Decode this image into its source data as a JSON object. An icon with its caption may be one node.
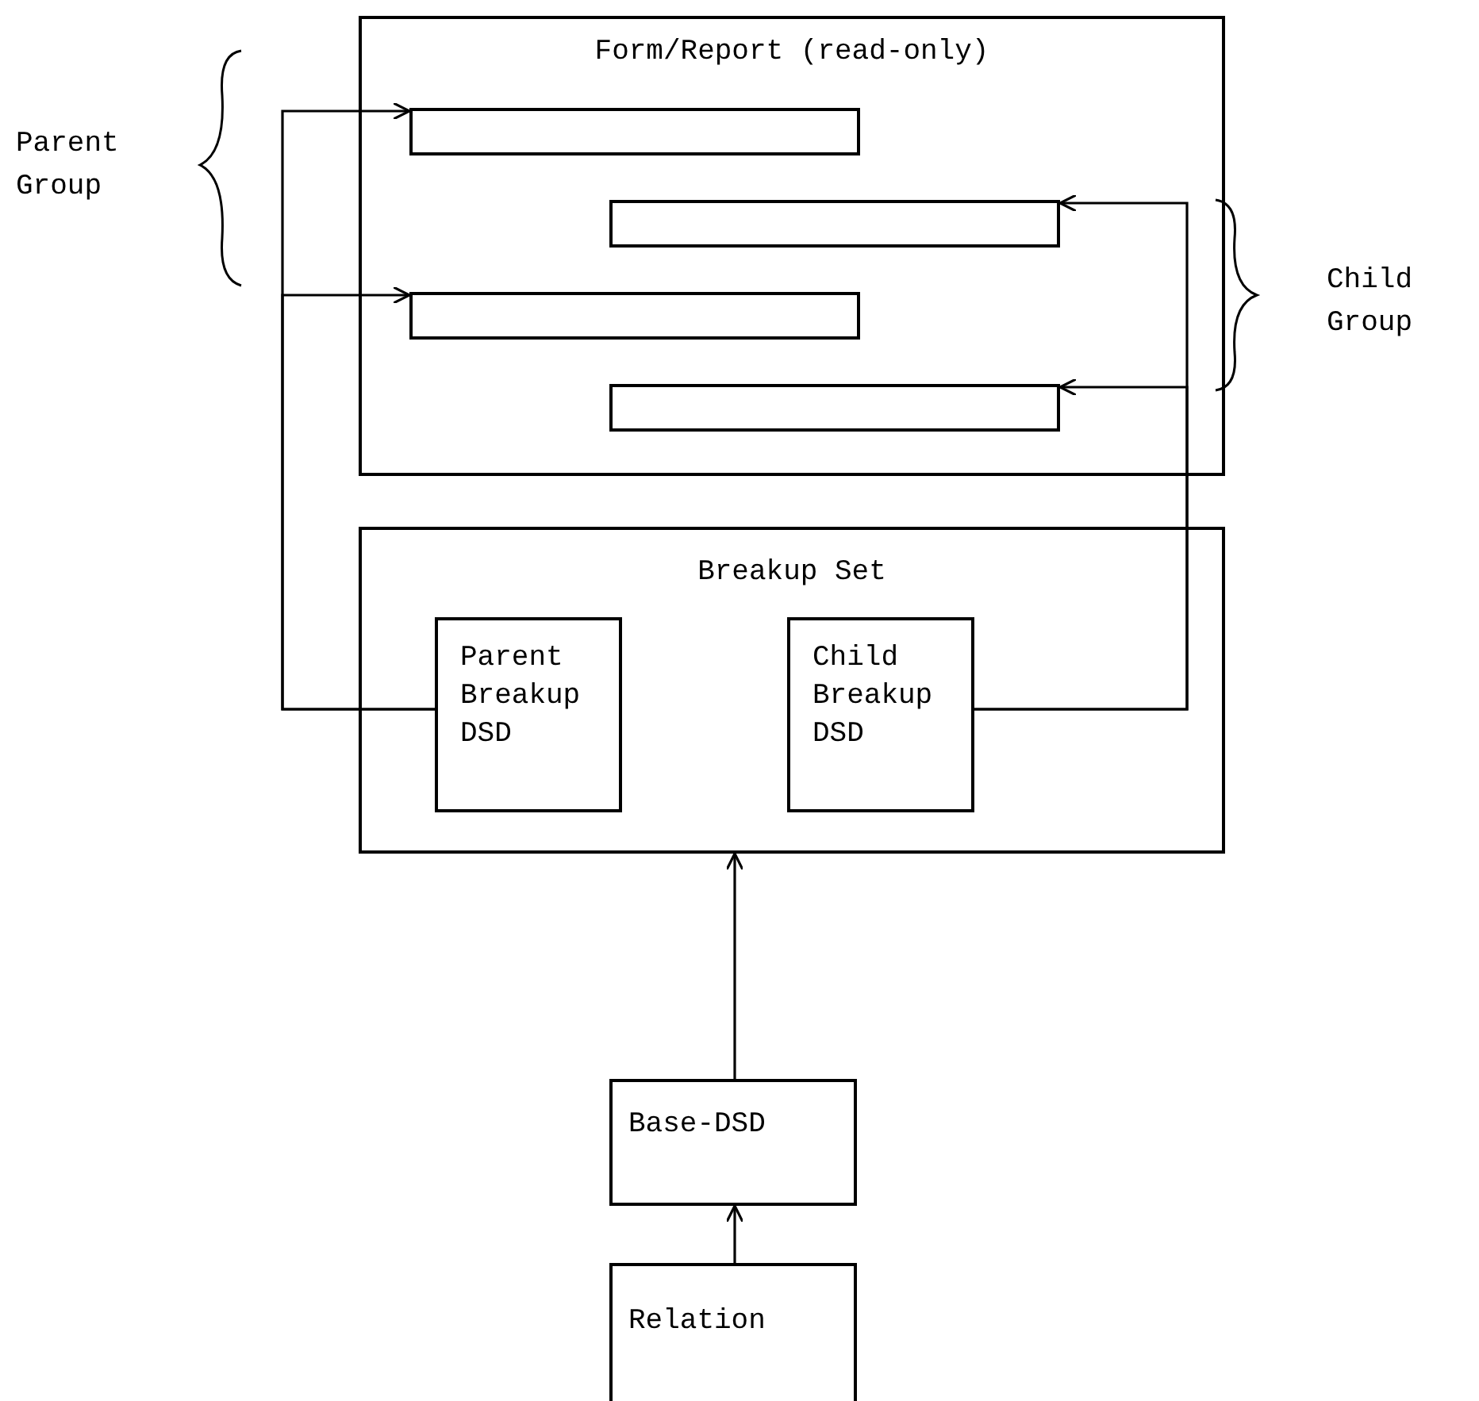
{
  "diagram": {
    "nodes": [
      {
        "text": [
          "Form/Report (read-only)"
        ]
      },
      {
        "text": [],
        "shape": "bar",
        "in": 0
      },
      {
        "text": [],
        "shape": "bar",
        "in": 0
      },
      {
        "text": [],
        "shape": "bar",
        "in": 0
      },
      {
        "text": [],
        "shape": "bar",
        "in": 0
      },
      {
        "text": [
          "Breakup Set"
        ]
      },
      {
        "text": [
          "Parent Breakup DSD"
        ],
        "in": 5
      },
      {
        "text": [
          "Child Breakup DSD"
        ],
        "in": 5
      },
      {
        "text": [
          "Base-DSD"
        ]
      },
      {
        "text": [
          "Relation"
        ]
      }
    ],
    "edges": [
      {
        "from": 6,
        "to": 1,
        "arrow": "to"
      },
      {
        "from": 6,
        "to": 3,
        "arrow": "to"
      },
      {
        "from": 7,
        "to": 2,
        "arrow": "to"
      },
      {
        "from": 7,
        "to": 4,
        "arrow": "to"
      },
      {
        "from": 8,
        "to": 5,
        "arrow": "to"
      },
      {
        "from": 9,
        "to": 8,
        "arrow": "to"
      }
    ],
    "labels": [
      "Parent Group",
      "Child Group"
    ]
  }
}
